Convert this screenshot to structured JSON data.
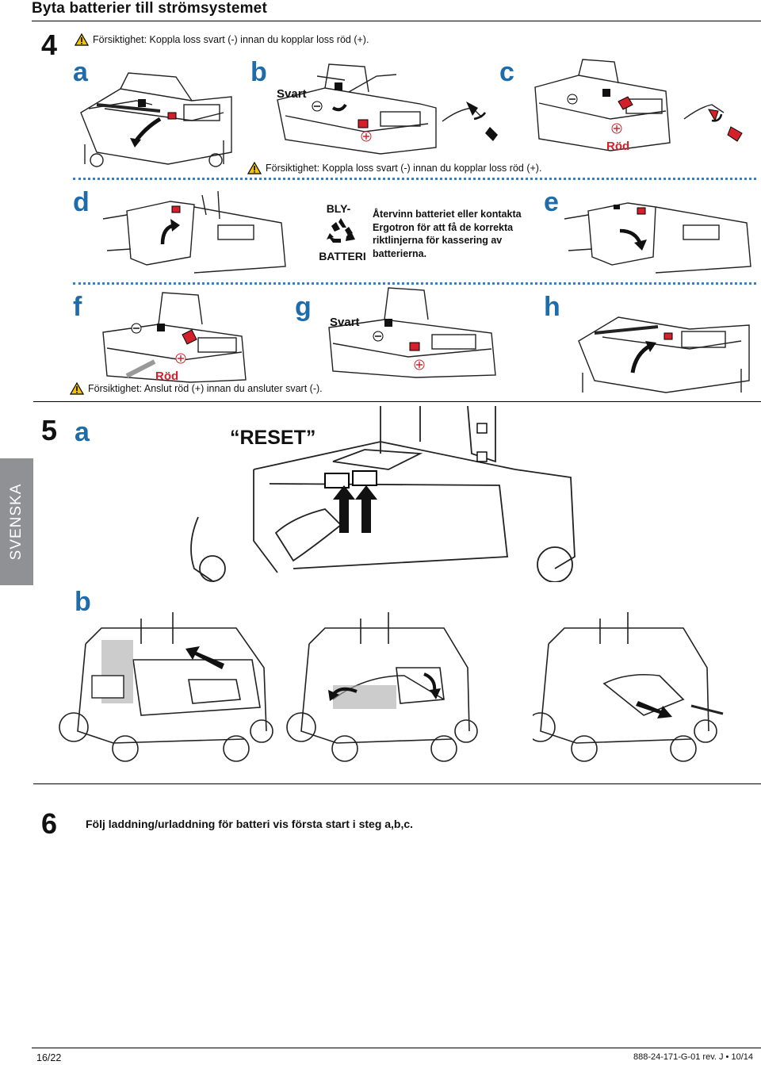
{
  "page": {
    "title": "Byta batterier till strömsystemet",
    "side_tab": "SVENSKA",
    "page_number": "16/22",
    "doc_number": "888-24-171-G-01 rev. J • 10/14"
  },
  "step4": {
    "number": "4",
    "warning_top": "Försiktighet: Koppla loss svart (-) innan du kopplar loss röd (+).",
    "warning_mid": "Försiktighet: Koppla loss svart (-) innan du kopplar loss röd (+).",
    "warning_bottom": "Försiktighet: Anslut röd (+) innan du ansluter svart (-).",
    "letters": {
      "a": "a",
      "b": "b",
      "c": "c",
      "d": "d",
      "e": "e",
      "f": "f",
      "g": "g",
      "h": "h"
    },
    "labels": {
      "b_svart": "Svart",
      "c_rod": "Röd",
      "f_rod": "Röd",
      "g_svart": "Svart"
    },
    "recycle": {
      "top": "BLY-",
      "bottom": "BATTERI",
      "info": [
        "Återvinn batteriet eller kontakta",
        "Ergotron för att få de korrekta",
        "riktlinjerna för kassering av",
        "batterierna."
      ]
    }
  },
  "step5": {
    "number": "5",
    "letter_a": "a",
    "letter_b": "b",
    "reset": "“RESET”"
  },
  "step6": {
    "number": "6",
    "text": "Följ laddning/urladdning för batteri vis första start i steg a,b,c."
  },
  "colors": {
    "accent_blue": "#1f6cab",
    "warning_red": "#d4202a",
    "tab_gray": "#8f9194"
  },
  "icons": [
    "warning-icon",
    "recycle-icon"
  ]
}
